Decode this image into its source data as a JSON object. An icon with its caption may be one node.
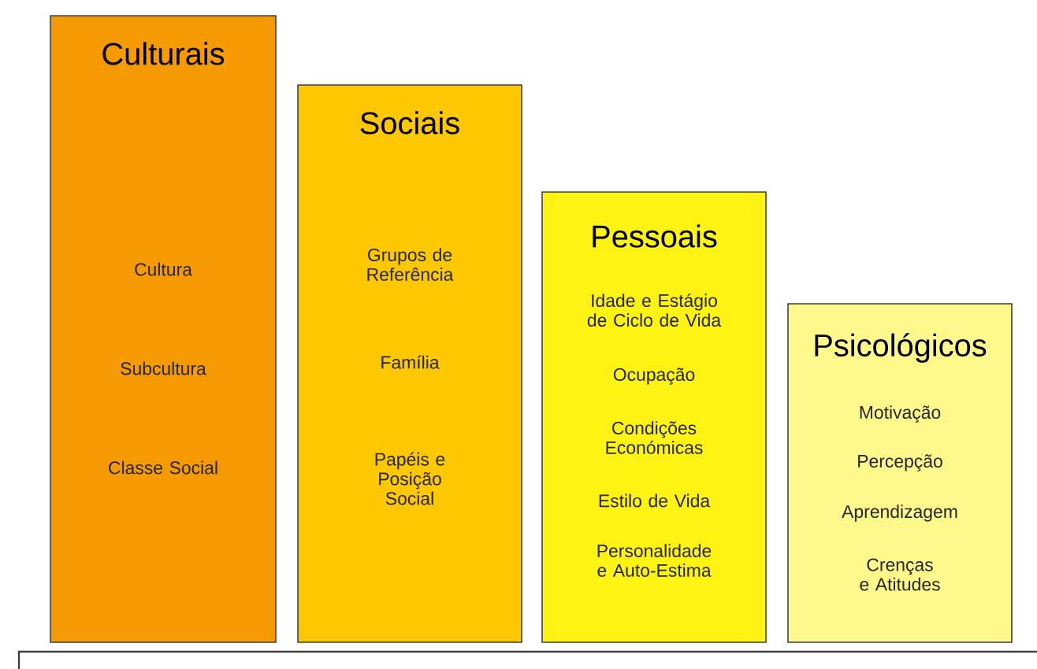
{
  "diagram": {
    "nodes": [
      {
        "text": [
          "Culturais",
          "Cultura",
          "Subcultura",
          "Classe Social"
        ]
      },
      {
        "text": [
          "Sociais",
          "Grupos de Referência",
          "Família",
          "Papéis e Posição Social"
        ]
      },
      {
        "text": [
          "Pessoais",
          "Idade e Estágio de Ciclo de Vida",
          "Ocupação",
          "Condições Económicas",
          "Estilo de Vida",
          "Personalidade e Auto-Estima"
        ]
      },
      {
        "text": [
          "Psicológicos",
          "Motivação",
          "Percepção",
          "Aprendizagem",
          "Crenças e Atitudes"
        ]
      }
    ]
  }
}
